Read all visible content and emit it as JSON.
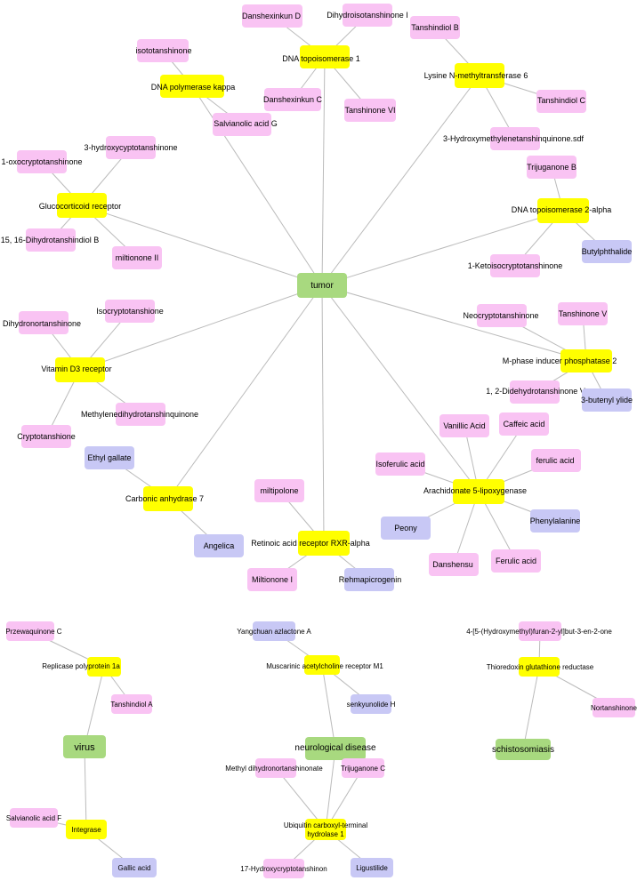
{
  "colors": {
    "disease": "#a8d97f",
    "target": "#ffff00",
    "ingredient": "#f9c3f3",
    "herb": "#c8c8f5",
    "edge": "#bbbbbb"
  },
  "nodes": [
    {
      "id": "tumor",
      "label": "tumor",
      "type": "disease"
    },
    {
      "id": "virus",
      "label": "virus",
      "type": "disease"
    },
    {
      "id": "neuro",
      "label": "neurological disease",
      "type": "disease"
    },
    {
      "id": "schisto",
      "label": "schistosomiasis",
      "type": "disease"
    },
    {
      "id": "t_dnapk",
      "label": "DNA polymerase kappa",
      "type": "target"
    },
    {
      "id": "t_topo1",
      "label": "DNA topoisomerase 1",
      "type": "target"
    },
    {
      "id": "t_lysine",
      "label": "Lysine N-methyltransferase 6",
      "type": "target"
    },
    {
      "id": "t_gluco",
      "label": "Glucocorticoid receptor",
      "type": "target"
    },
    {
      "id": "t_topo2",
      "label": "DNA topoisomerase 2-alpha",
      "type": "target"
    },
    {
      "id": "t_vitd",
      "label": "Vitamin D3 receptor",
      "type": "target"
    },
    {
      "id": "t_mphase",
      "label": "M-phase inducer phosphatase 2",
      "type": "target"
    },
    {
      "id": "t_arach",
      "label": "Arachidonate 5-lipoxygenase",
      "type": "target"
    },
    {
      "id": "t_carbonic",
      "label": "Carbonic anhydrase 7",
      "type": "target"
    },
    {
      "id": "t_rxr",
      "label": "Retinoic acid receptor RXR-alpha",
      "type": "target"
    },
    {
      "id": "t_replicase",
      "label": "Replicase polyprotein 1a",
      "type": "target"
    },
    {
      "id": "t_integrase",
      "label": "Integrase",
      "type": "target"
    },
    {
      "id": "t_muscarinic",
      "label": "Muscarinic acetylcholine receptor M1",
      "type": "target"
    },
    {
      "id": "t_ubiq",
      "label": "Ubiquitin carboxyl-terminal hydrolase 1",
      "type": "target"
    },
    {
      "id": "t_thio",
      "label": "Thioredoxin glutathione reductase",
      "type": "target"
    },
    {
      "id": "c_isoto",
      "label": "isototanshinone",
      "type": "ingredient"
    },
    {
      "id": "c_salg",
      "label": "Salvianolic acid G",
      "type": "ingredient"
    },
    {
      "id": "c_dansD",
      "label": "Danshexinkun D",
      "type": "ingredient"
    },
    {
      "id": "c_dihydroI",
      "label": "Dihydroisotanshinone I",
      "type": "ingredient"
    },
    {
      "id": "c_dansC",
      "label": "Danshexinkun C",
      "type": "ingredient"
    },
    {
      "id": "c_tanVI",
      "label": "Tanshinone VI",
      "type": "ingredient"
    },
    {
      "id": "c_tanB",
      "label": "Tanshindiol B",
      "type": "ingredient"
    },
    {
      "id": "c_tanC",
      "label": "Tanshindiol C",
      "type": "ingredient"
    },
    {
      "id": "c_3hme",
      "label": "3-Hydroxymethylenetanshinquinone.sdf",
      "type": "ingredient"
    },
    {
      "id": "c_1oxo",
      "label": "1-oxocryptotanshinone",
      "type": "ingredient"
    },
    {
      "id": "c_3hc",
      "label": "3-hydroxycyptotanshinone",
      "type": "ingredient"
    },
    {
      "id": "c_1516",
      "label": "15, 16-Dihydrotanshindiol B",
      "type": "ingredient"
    },
    {
      "id": "c_milII",
      "label": "miltionone II",
      "type": "ingredient"
    },
    {
      "id": "c_trijB",
      "label": "Trijuganone B",
      "type": "ingredient"
    },
    {
      "id": "c_1keto",
      "label": "1-Ketoisocryptotanshinone",
      "type": "ingredient"
    },
    {
      "id": "c_dihydronor",
      "label": "Dihydronortanshinone",
      "type": "ingredient"
    },
    {
      "id": "c_isocrypt",
      "label": "Isocryptotanshione",
      "type": "ingredient"
    },
    {
      "id": "c_methylene",
      "label": "Methylenedihydrotanshinquinone",
      "type": "ingredient"
    },
    {
      "id": "c_crypto",
      "label": "Cryptotanshione",
      "type": "ingredient"
    },
    {
      "id": "c_neocrypt",
      "label": "Neocryptotanshinone",
      "type": "ingredient"
    },
    {
      "id": "c_tanV",
      "label": "Tanshinone V",
      "type": "ingredient"
    },
    {
      "id": "c_12dihydro",
      "label": "1, 2-Didehydrotanshinone V",
      "type": "ingredient"
    },
    {
      "id": "c_vanillic",
      "label": "Vanillic Acid",
      "type": "ingredient"
    },
    {
      "id": "c_caffeic",
      "label": "Caffeic acid",
      "type": "ingredient"
    },
    {
      "id": "c_isoferulic",
      "label": "Isoferulic acid",
      "type": "ingredient"
    },
    {
      "id": "c_ferulic_l",
      "label": "ferulic acid",
      "type": "ingredient"
    },
    {
      "id": "c_danshensu",
      "label": "Danshensu",
      "type": "ingredient"
    },
    {
      "id": "c_ferulic_u",
      "label": "Ferulic acid",
      "type": "ingredient"
    },
    {
      "id": "c_miltipolone",
      "label": "miltipolone",
      "type": "ingredient"
    },
    {
      "id": "c_miltionoI",
      "label": "Miltionone I",
      "type": "ingredient"
    },
    {
      "id": "c_przew",
      "label": "Przewaquinone C",
      "type": "ingredient"
    },
    {
      "id": "c_tanA",
      "label": "Tanshindiol A",
      "type": "ingredient"
    },
    {
      "id": "c_salF",
      "label": "Salvianolic acid F",
      "type": "ingredient"
    },
    {
      "id": "c_methyldihydro",
      "label": "Methyl dihydronortanshinonate",
      "type": "ingredient"
    },
    {
      "id": "c_trijC",
      "label": "Trijuganone C",
      "type": "ingredient"
    },
    {
      "id": "c_17hydroxy",
      "label": "17-Hydroxycryptotanshinon",
      "type": "ingredient"
    },
    {
      "id": "c_furan",
      "label": "4-[5-(Hydroxymethyl)furan-2-yl]but-3-en-2-one",
      "type": "ingredient"
    },
    {
      "id": "c_nortan",
      "label": "Nortanshinone",
      "type": "ingredient"
    },
    {
      "id": "h_butyl",
      "label": "Butylphthalide",
      "type": "herb"
    },
    {
      "id": "h_3but",
      "label": "3-butenyl ylide",
      "type": "herb"
    },
    {
      "id": "h_ethyl",
      "label": "Ethyl gallate",
      "type": "herb"
    },
    {
      "id": "h_angelica",
      "label": "Angelica",
      "type": "herb"
    },
    {
      "id": "h_peony",
      "label": "Peony",
      "type": "herb"
    },
    {
      "id": "h_phenyl",
      "label": "Phenylalanine",
      "type": "herb"
    },
    {
      "id": "h_rehma",
      "label": "Rehmapicrogenin",
      "type": "herb"
    },
    {
      "id": "h_gallic",
      "label": "Gallic acid",
      "type": "herb"
    },
    {
      "id": "h_yangchuan",
      "label": "Yangchuan azlactone A",
      "type": "herb"
    },
    {
      "id": "h_senky",
      "label": "senkyunolide H",
      "type": "herb"
    }
  ],
  "edges": [
    [
      "tumor",
      "t_dnapk"
    ],
    [
      "tumor",
      "t_topo1"
    ],
    [
      "tumor",
      "t_lysine"
    ],
    [
      "tumor",
      "t_gluco"
    ],
    [
      "tumor",
      "t_topo2"
    ],
    [
      "tumor",
      "t_vitd"
    ],
    [
      "tumor",
      "t_mphase"
    ],
    [
      "tumor",
      "t_arach"
    ],
    [
      "tumor",
      "t_carbonic"
    ],
    [
      "tumor",
      "t_rxr"
    ],
    [
      "t_dnapk",
      "c_isoto"
    ],
    [
      "t_dnapk",
      "c_salg"
    ],
    [
      "t_topo1",
      "c_dansD"
    ],
    [
      "t_topo1",
      "c_dihydroI"
    ],
    [
      "t_topo1",
      "c_dansC"
    ],
    [
      "t_topo1",
      "c_tanVI"
    ],
    [
      "t_lysine",
      "c_tanB"
    ],
    [
      "t_lysine",
      "c_tanC"
    ],
    [
      "t_lysine",
      "c_3hme"
    ],
    [
      "t_gluco",
      "c_1oxo"
    ],
    [
      "t_gluco",
      "c_3hc"
    ],
    [
      "t_gluco",
      "c_1516"
    ],
    [
      "t_gluco",
      "c_milII"
    ],
    [
      "t_topo2",
      "c_trijB"
    ],
    [
      "t_topo2",
      "c_1keto"
    ],
    [
      "t_topo2",
      "h_butyl"
    ],
    [
      "t_vitd",
      "c_dihydronor"
    ],
    [
      "t_vitd",
      "c_isocrypt"
    ],
    [
      "t_vitd",
      "c_methylene"
    ],
    [
      "t_vitd",
      "c_crypto"
    ],
    [
      "t_mphase",
      "c_neocrypt"
    ],
    [
      "t_mphase",
      "c_tanV"
    ],
    [
      "t_mphase",
      "c_12dihydro"
    ],
    [
      "t_mphase",
      "h_3but"
    ],
    [
      "t_arach",
      "c_vanillic"
    ],
    [
      "t_arach",
      "c_caffeic"
    ],
    [
      "t_arach",
      "c_isoferulic"
    ],
    [
      "t_arach",
      "c_ferulic_l"
    ],
    [
      "t_arach",
      "h_peony"
    ],
    [
      "t_arach",
      "h_phenyl"
    ],
    [
      "t_arach",
      "c_danshensu"
    ],
    [
      "t_arach",
      "c_ferulic_u"
    ],
    [
      "t_carbonic",
      "h_ethyl"
    ],
    [
      "t_carbonic",
      "h_angelica"
    ],
    [
      "t_rxr",
      "c_miltipolone"
    ],
    [
      "t_rxr",
      "c_miltionoI"
    ],
    [
      "t_rxr",
      "h_rehma"
    ],
    [
      "virus",
      "t_replicase"
    ],
    [
      "virus",
      "t_integrase"
    ],
    [
      "t_replicase",
      "c_przew"
    ],
    [
      "t_replicase",
      "c_tanA"
    ],
    [
      "t_integrase",
      "c_salF"
    ],
    [
      "t_integrase",
      "h_gallic"
    ],
    [
      "neuro",
      "t_muscarinic"
    ],
    [
      "neuro",
      "t_ubiq"
    ],
    [
      "t_muscarinic",
      "h_yangchuan"
    ],
    [
      "t_muscarinic",
      "h_senky"
    ],
    [
      "t_ubiq",
      "c_methyldihydro"
    ],
    [
      "t_ubiq",
      "c_trijC"
    ],
    [
      "t_ubiq",
      "c_17hydroxy"
    ],
    [
      "t_ubiq",
      "h_ligustilide"
    ],
    [
      "schisto",
      "t_thio"
    ],
    [
      "t_thio",
      "c_furan"
    ],
    [
      "t_thio",
      "c_nortan"
    ]
  ],
  "extra_nodes": [
    {
      "id": "h_ligustilide",
      "label": "Ligustilide",
      "type": "herb"
    }
  ]
}
